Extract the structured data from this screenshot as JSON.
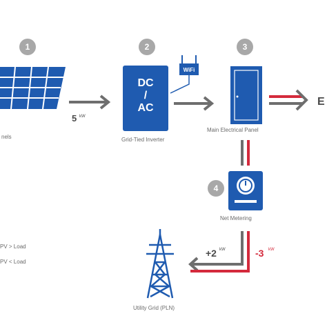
{
  "steps": [
    {
      "number": "1",
      "label": "nels"
    },
    {
      "number": "2",
      "label": "Grid-Tied Inverter"
    },
    {
      "number": "3",
      "label": "Main Electrical Panel"
    },
    {
      "number": "4",
      "label": "Net Metering"
    }
  ],
  "inverter": {
    "top": "DC",
    "slash": "/",
    "bottom": "AC"
  },
  "wifi_label": "WiFi",
  "flows": {
    "panels_to_inverter": {
      "value": "5",
      "unit": "kW"
    },
    "grid_export": {
      "value": "+2",
      "unit": "kW"
    },
    "grid_import": {
      "value": "-3",
      "unit": "kW"
    }
  },
  "right_edge_text": "E",
  "grid_label": "Utility Grid (PLN)",
  "legend": [
    {
      "text": "PV > Load"
    },
    {
      "text": "PV < Load"
    }
  ],
  "colors": {
    "blue": "#1f5bb0",
    "red": "#d42a3c",
    "gray": "#6e6e6e",
    "step_circle": "#a8a8a8"
  }
}
